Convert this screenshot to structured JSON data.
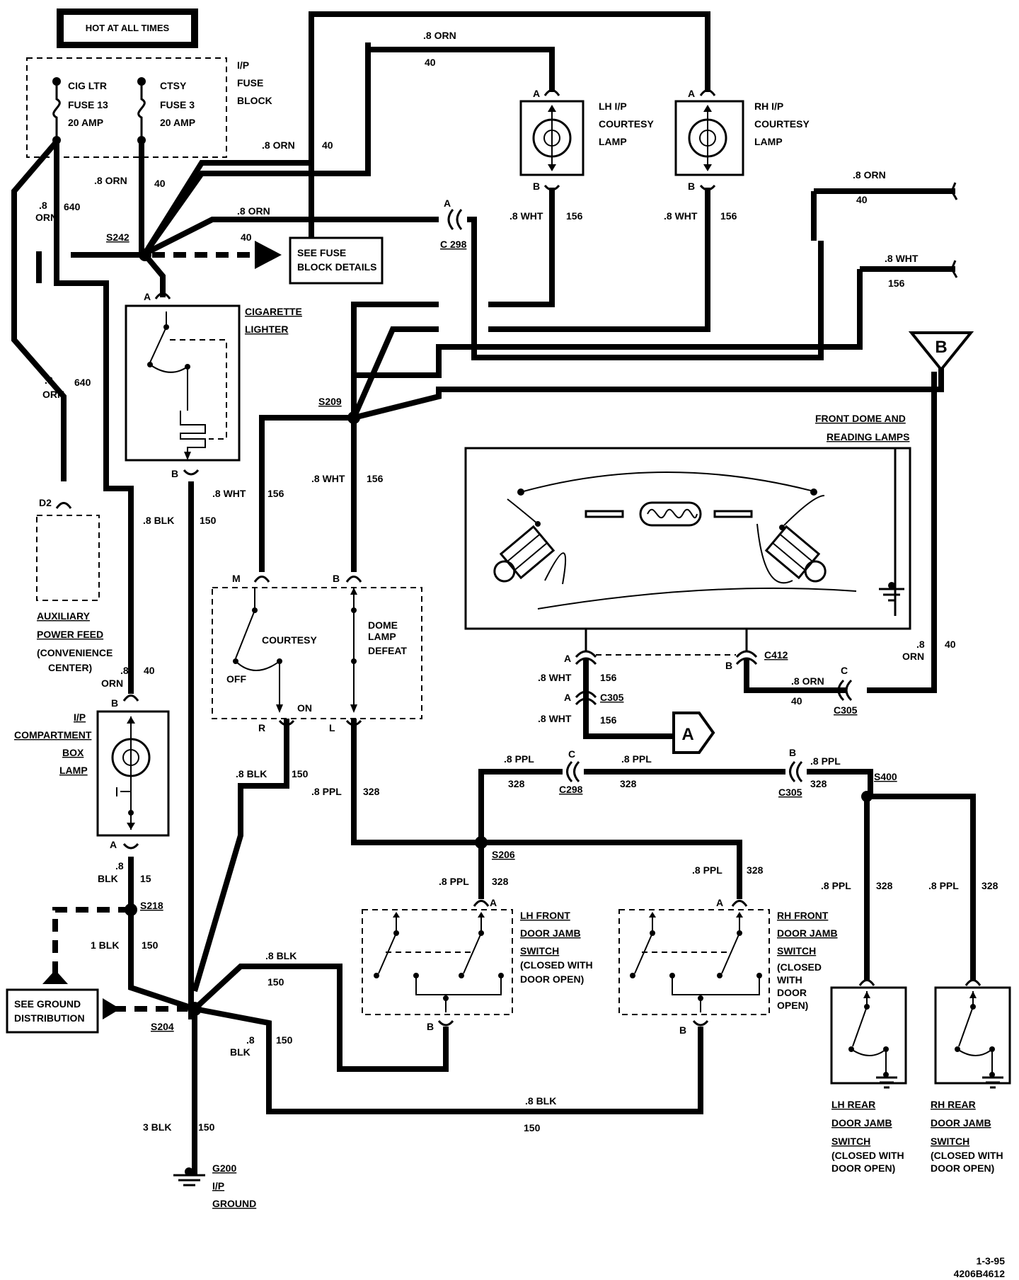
{
  "header": {
    "hot_label": "HOT AT ALL TIMES"
  },
  "fuse_block": {
    "title": [
      "I/P",
      "FUSE",
      "BLOCK"
    ],
    "fuses": [
      {
        "name": "CIG LTR",
        "num": "FUSE 13",
        "amp": "20 AMP"
      },
      {
        "name": "CTSY",
        "num": "FUSE 3",
        "amp": "20 AMP"
      }
    ]
  },
  "splices": {
    "s242": "S242",
    "s209": "S209",
    "s206": "S206",
    "s400": "S400",
    "s218": "S218",
    "s204": "S204"
  },
  "components": {
    "fuse_details": [
      "SEE FUSE",
      "BLOCK DETAILS"
    ],
    "cig_lighter": [
      "CIGARETTE",
      "LIGHTER"
    ],
    "lh_courtesy": [
      "LH I/P",
      "COURTESY",
      "LAMP"
    ],
    "rh_courtesy": [
      "RH I/P",
      "COURTESY",
      "LAMP"
    ],
    "dome_reading": [
      "FRONT DOME AND",
      "READING LAMPS"
    ],
    "aux_power": [
      "AUXILIARY",
      "POWER FEED",
      "(CONVENIENCE",
      "CENTER)"
    ],
    "compartment": [
      "I/P",
      "COMPARTMENT",
      "BOX",
      "LAMP"
    ],
    "headlamp_switch": {
      "courtesy": "COURTESY",
      "off": "OFF",
      "on": "ON",
      "dome": [
        "DOME",
        "LAMP",
        "DEFEAT"
      ]
    },
    "lh_front_switch": [
      "LH FRONT",
      "DOOR JAMB",
      "SWITCH",
      "(CLOSED WITH",
      "DOOR OPEN)"
    ],
    "rh_front_switch": [
      "RH FRONT",
      "DOOR JAMB",
      "SWITCH",
      "(CLOSED",
      "WITH",
      "DOOR",
      "OPEN)"
    ],
    "lh_rear_switch": [
      "LH REAR",
      "DOOR JAMB",
      "SWITCH",
      "(CLOSED WITH",
      "DOOR OPEN)"
    ],
    "rh_rear_switch": [
      "RH REAR",
      "DOOR JAMB",
      "SWITCH",
      "(CLOSED WITH",
      "DOOR OPEN)"
    ],
    "ground_dist": [
      "SEE GROUND",
      "DISTRIBUTION"
    ],
    "ground": [
      "G200",
      "I/P",
      "GROUND"
    ]
  },
  "connectors": {
    "c298": "C 298",
    "c298b": "C298",
    "c305": "C305",
    "c412": "C412",
    "pin_a": "A",
    "pin_b": "B",
    "pin_c": "C",
    "pin_d2": "D2",
    "pin_m": "M",
    "pin_r": "R",
    "pin_l": "L"
  },
  "off_page": {
    "a": "A",
    "b": "B"
  },
  "wires": {
    "orn8": ".8 ORN",
    "orn8_stack": ".8",
    "orn_word": "ORN",
    "c40": "40",
    "c640": "640",
    "wht8": ".8 WHT",
    "c156": "156",
    "blk8": ".8 BLK",
    "blk_word": "BLK",
    "c150": "150",
    "c15": "15",
    "blk1": "1 BLK",
    "blk3": "3 BLK",
    "ppl8": ".8 PPL",
    "c328": "328"
  },
  "footer": {
    "date": "1-3-95",
    "code": "4206B4612"
  }
}
